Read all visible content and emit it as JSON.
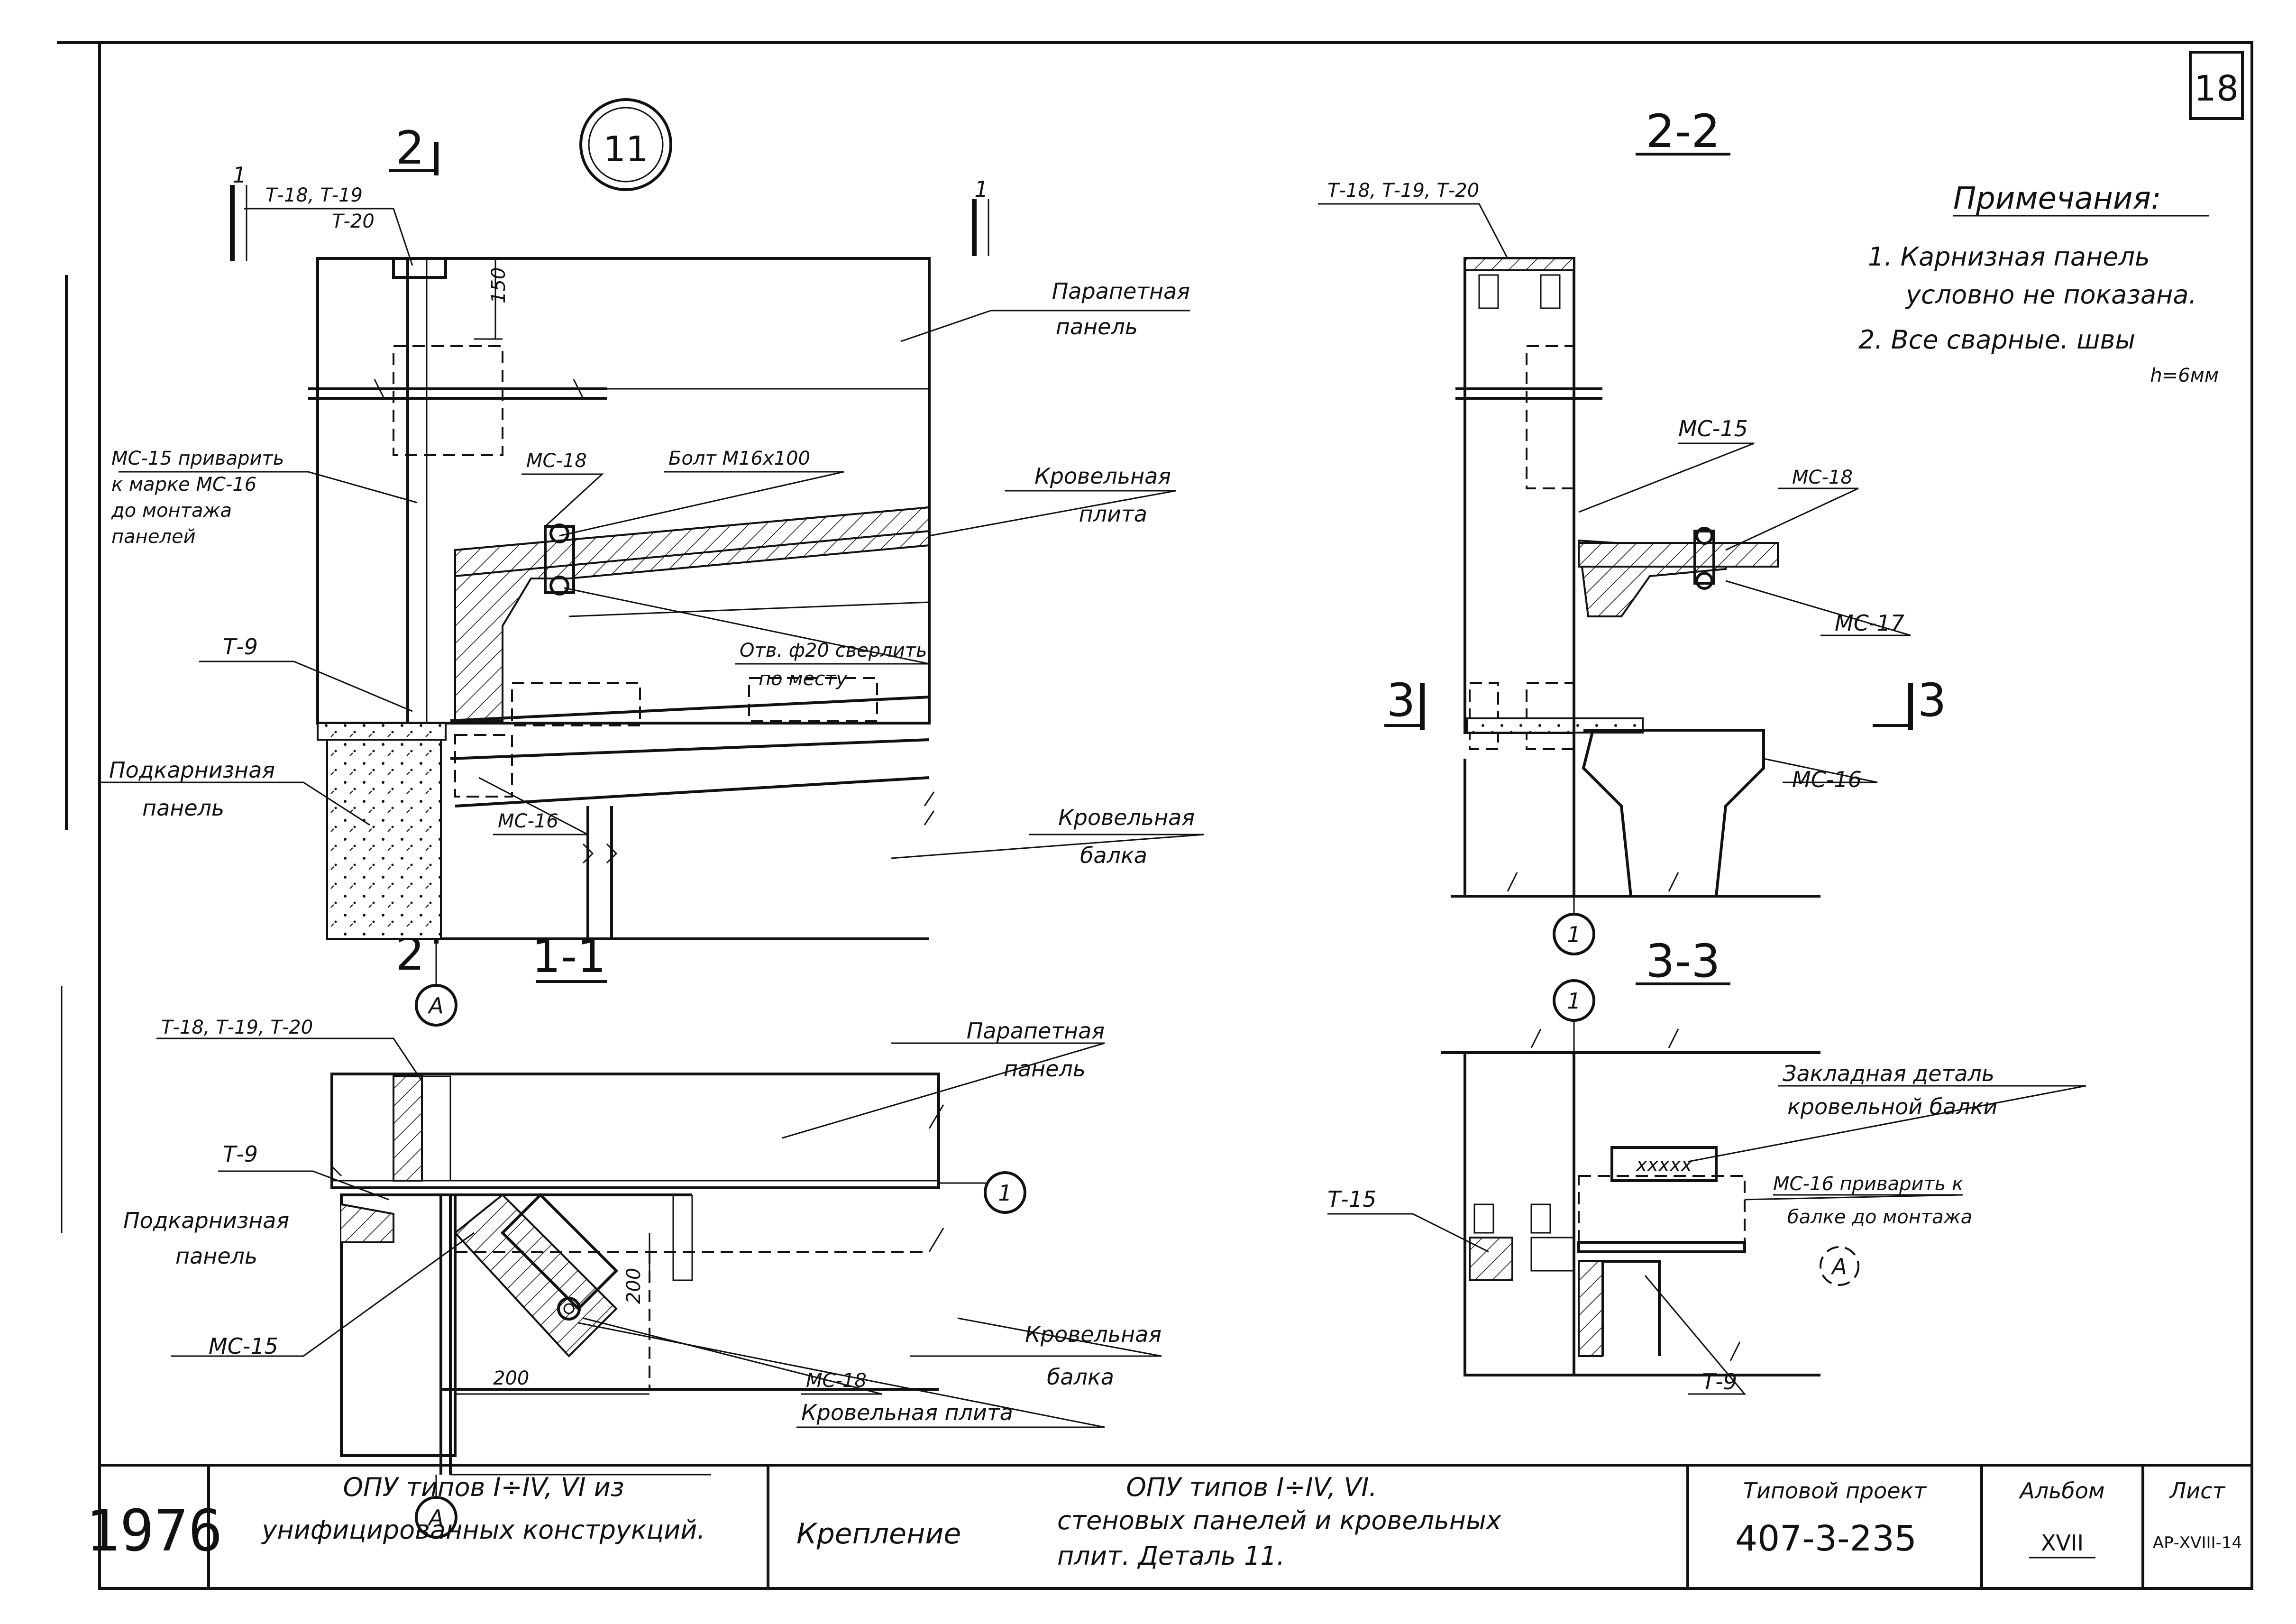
{
  "sheet_number": "18",
  "detail_mark": "11",
  "notes": {
    "title": "Примечания:",
    "item1_line1": "1. Карнизная панель",
    "item1_line2": "условно не показана.",
    "item2_line1": "2. Все сварные. швы",
    "item2_line2": "h=6мм"
  },
  "main_view": {
    "section_1_left": "1",
    "section_1_right": "1",
    "section_2_top": "2",
    "section_2_bottom": "2",
    "label_section": "1-1",
    "t18": "Т-18, Т-19",
    "t20": "Т-20",
    "dim150": "150",
    "parapet_1": "Парапетная",
    "parapet_2": "панель",
    "mc15_1": "МС-15 приварить",
    "mc15_2": "к марке МС-16",
    "mc15_3": "до монтажа",
    "mc15_4": "панелей",
    "mc18": "МС-18",
    "bolt": "Болт М16х100",
    "roof_plate_1": "Кровельная",
    "roof_plate_2": "плита",
    "t9": "Т-9",
    "hole_1": "Отв. ф20 сверлить",
    "hole_2": "по месту",
    "sub_1": "Подкарнизная",
    "sub_2": "панель",
    "mc16": "МС-16",
    "beam_1": "Кровельная",
    "beam_2": "балка",
    "axis_a": "А"
  },
  "section_2_2": {
    "title": "2-2",
    "t18": "Т-18, Т-19, Т-20",
    "mc15": "МС-15",
    "mc18": "МС-18",
    "mc17": "МС-17",
    "mc16": "МС-16",
    "cut_3_left": "3",
    "cut_3_right": "3",
    "axis_1": "1"
  },
  "plan_view": {
    "t18": "Т-18, Т-19, Т-20",
    "parapet_1": "Парапетная",
    "parapet_2": "панель",
    "t9": "Т-9",
    "axis_1": "1",
    "sub_1": "Подкарнизная",
    "sub_2": "панель",
    "dim200_v": "200",
    "dim200_h": "200",
    "mc15": "МС-15",
    "mc18": "МС-18",
    "beam_1": "Кровельная",
    "beam_2": "балка",
    "roof_plate": "Кровельная плита",
    "axis_a": "А"
  },
  "section_3_3": {
    "title": "3-3",
    "axis_1": "1",
    "embed_1": "Закладная деталь",
    "embed_2": "кровельной балки",
    "t15": "Т-15",
    "mc16_1": "МС-16 приварить к",
    "mc16_2": "балке до монтажа",
    "axis_a": "А",
    "t9": "Т-9",
    "crosses": "xxxxx"
  },
  "title_block": {
    "year": "1976",
    "object_1": "ОПУ типов I÷IV, VI из",
    "object_2": "унифицированных конструкций.",
    "sheet_1": "ОПУ типов I÷IV, VI.",
    "sheet_lead": "Крепление",
    "sheet_2": "стеновых панелей и кровельных",
    "sheet_3": "плит. Деталь 11.",
    "project_label": "Типовой проект",
    "project_number": "407-3-235",
    "album_label": "Альбом",
    "album_value": "XVII",
    "list_label": "Лист",
    "list_value": "АР-XVIII-14"
  }
}
